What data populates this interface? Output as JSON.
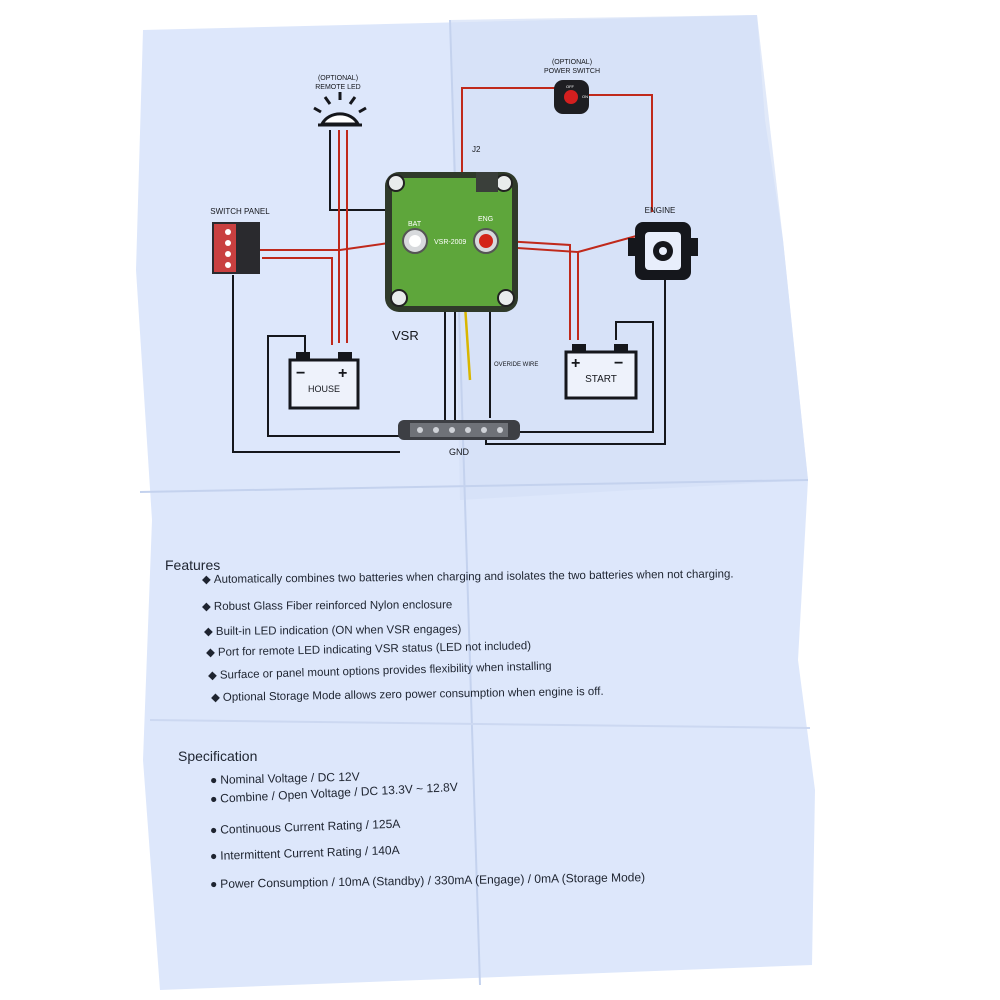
{
  "diagram": {
    "optional_remote_led": [
      "(OPTIONAL)",
      "REMOTE LED"
    ],
    "optional_power_switch": [
      "(OPTIONAL)",
      "POWER SWITCH"
    ],
    "switch_panel": "SWITCH PANEL",
    "engine": "ENGINE",
    "j2": "J2",
    "bat": "BAT",
    "eng": "ENG",
    "model": "VSR-2009",
    "vsr": "VSR",
    "house": "HOUSE",
    "start": "START",
    "overide_wire": "OVERIDE WIRE",
    "gnd": "GND",
    "plus": "+",
    "minus": "−",
    "switch_off": "OFF",
    "switch_on": "ON"
  },
  "features": {
    "heading": "Features",
    "bullet": "◆",
    "items": [
      "Automatically combines two batteries when charging and isolates the two batteries when not charging.",
      "Robust Glass Fiber reinforced Nylon enclosure",
      "Built-in LED indication (ON when VSR engages)",
      "Port for remote LED indicating VSR status (LED not included)",
      "Surface or panel mount options provides flexibility when installing",
      "Optional Storage Mode allows zero power consumption when engine is off."
    ]
  },
  "specification": {
    "heading": "Specification",
    "bullet": "●",
    "items": [
      "Nominal Voltage  /  DC 12V",
      "Combine /  Open Voltage  /  DC 13.3V ~ 12.8V",
      "Continuous Current Rating  /  125A",
      "Intermittent Current Rating /  140A",
      "Power Consumption  /  10mA (Standby)  /  330mA (Engage) / 0mA (Storage Mode)"
    ]
  },
  "colors": {
    "paper": "#dde7fb",
    "paper_shadow": "#c9d6ef",
    "wire_black": "#15171c",
    "wire_red": "#c0291b",
    "wire_yellow": "#d9b600",
    "vsr_green": "#5ea63b"
  }
}
